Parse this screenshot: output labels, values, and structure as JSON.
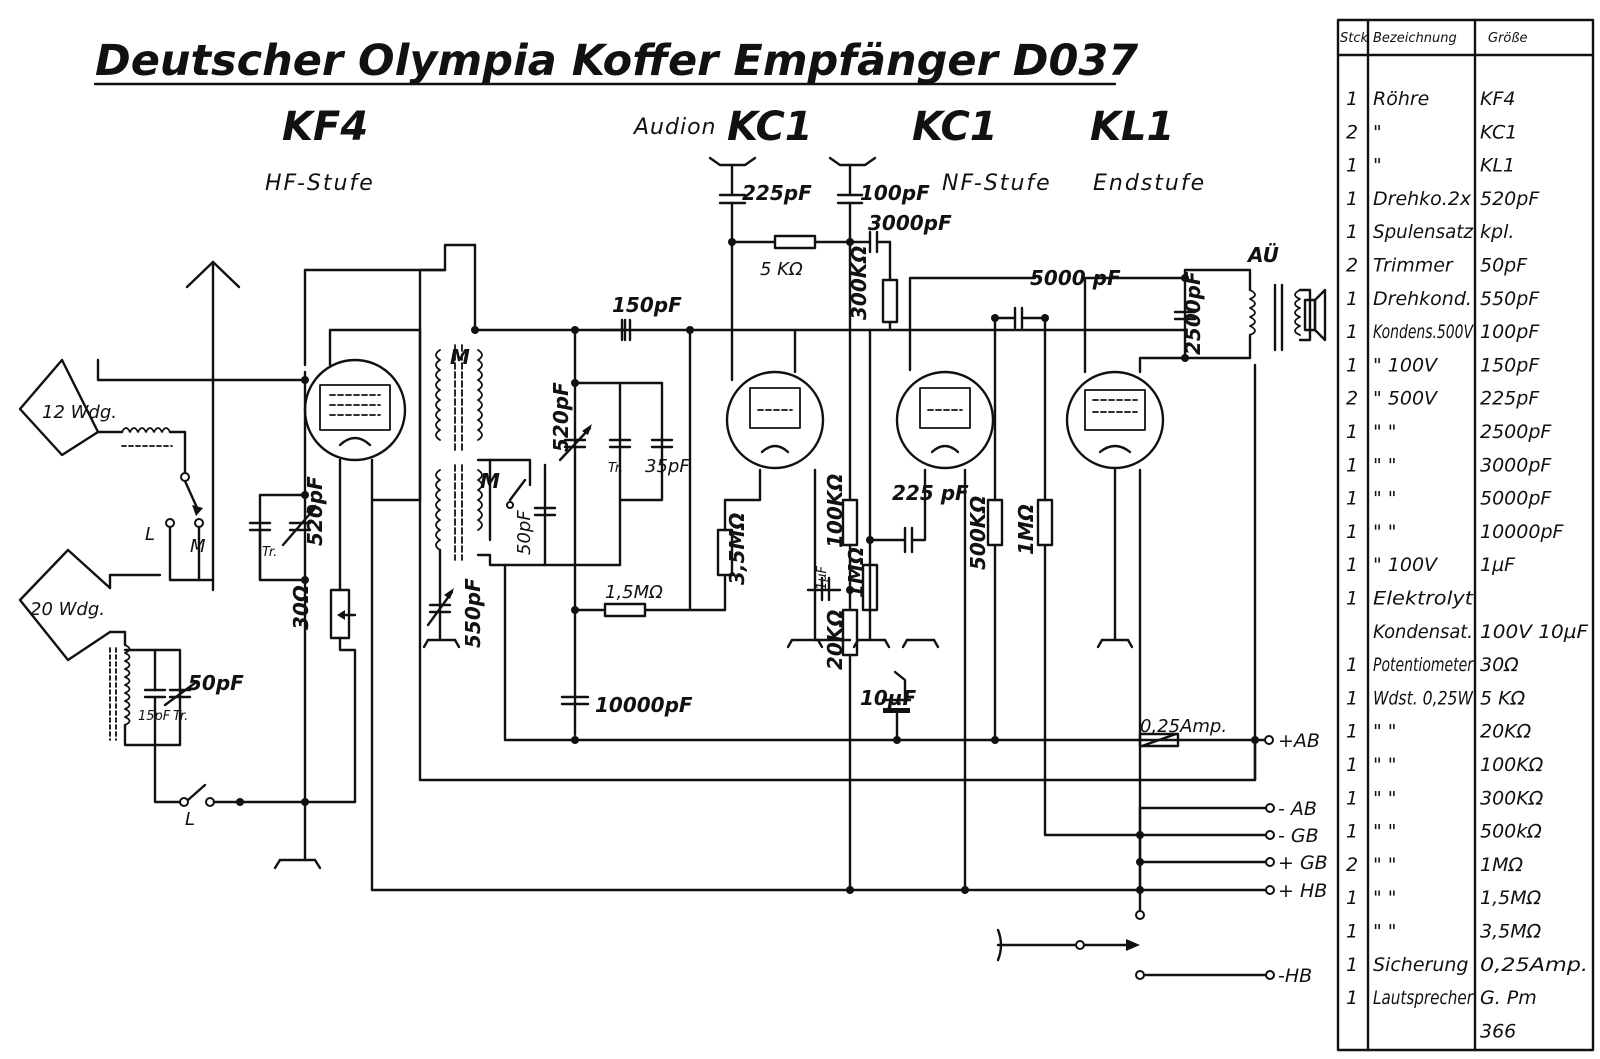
{
  "title": "Deutscher Olympia Koffer Empfänger D037",
  "tubes": [
    {
      "name": "KF4",
      "stage": "HF-Stufe"
    },
    {
      "prefix": "Audion",
      "name": "KC1"
    },
    {
      "name": "KC1",
      "stage": "NF-Stufe"
    },
    {
      "name": "KL1",
      "stage": "Endstufe"
    }
  ],
  "labels": {
    "antenna1": "12 Wdg.",
    "antenna2": "20 Wdg.",
    "switch_L": "L",
    "switch_M": "M",
    "switch_L2": "L",
    "trimmer": "Tr.",
    "cap_520_a": "520pF",
    "res_30": "30Ω",
    "coil_M1": "M",
    "coil_M2": "M",
    "cap_550": "550pF",
    "cap_50_mid": "50pF",
    "cap_520_b": "520pF",
    "trimmer_b": "Tr.",
    "cap_35": "35pF",
    "cap_150": "150pF",
    "res_15M": "1,5MΩ",
    "res_35M": "3,5MΩ",
    "cap_10000": "10000pF",
    "cap_225_top": "225pF",
    "res_5k": "5 KΩ",
    "cap_100_top": "100pF",
    "cap_3000": "3000pF",
    "res_300k": "300KΩ",
    "res_100k": "100KΩ",
    "cap_1uF": "1µF",
    "res_1M_a": "1MΩ",
    "res_20k": "20KΩ",
    "cap_225_mid": "225 pF",
    "cap_10uF": "10µF",
    "cap_5000": "5000 pF",
    "res_500k": "500KΩ",
    "res_1M_b": "1MΩ",
    "cap_2500": "2500pF",
    "transformer": "AÜ",
    "fuse": "0,25Amp.",
    "cap_50_ant": "50pF",
    "cap_15": "15pF",
    "trimmer_ant": "Tr."
  },
  "terminals": [
    "+AB",
    "- AB",
    "- GB",
    "+ GB",
    "+ HB",
    "-HB"
  ],
  "parts_table": {
    "headers": [
      "Stck",
      "Bezeichnung",
      "Größe"
    ],
    "rows": [
      [
        "1",
        "Röhre",
        "KF4"
      ],
      [
        "2",
        "\"",
        "KC1"
      ],
      [
        "1",
        "\"",
        "KL1"
      ],
      [
        "1",
        "Drehko.2x",
        "520pF"
      ],
      [
        "1",
        "Spulensatz",
        "kpl."
      ],
      [
        "2",
        "Trimmer",
        "50pF"
      ],
      [
        "1",
        "Drehkond.",
        "550pF"
      ],
      [
        "1",
        "Kondens.500V",
        "100pF"
      ],
      [
        "1",
        "\" 100V",
        "150pF"
      ],
      [
        "2",
        "\" 500V",
        "225pF"
      ],
      [
        "1",
        "\"  \"",
        "2500pF"
      ],
      [
        "1",
        "\"  \"",
        "3000pF"
      ],
      [
        "1",
        "\"  \"",
        "5000pF"
      ],
      [
        "1",
        "\"  \"",
        "10000pF"
      ],
      [
        "1",
        "\" 100V",
        "1µF"
      ],
      [
        "1",
        "Elektrolyt",
        ""
      ],
      [
        "",
        "Kondensat.",
        "100V 10µF"
      ],
      [
        "1",
        "Potentiometer",
        "30Ω"
      ],
      [
        "1",
        "Wdst. 0,25W",
        "5 KΩ"
      ],
      [
        "1",
        "\"  \"",
        "20KΩ"
      ],
      [
        "1",
        "\"  \"",
        "100KΩ"
      ],
      [
        "1",
        "\"  \"",
        "300KΩ"
      ],
      [
        "1",
        "\"  \"",
        "500kΩ"
      ],
      [
        "2",
        "\"  \"",
        "1MΩ"
      ],
      [
        "1",
        "\"  \"",
        "1,5MΩ"
      ],
      [
        "1",
        "\"  \"",
        "3,5MΩ"
      ],
      [
        "1",
        "Sicherung",
        "0,25Amp."
      ],
      [
        "1",
        "Lautsprecher",
        "G. Pm"
      ],
      [
        "",
        "",
        "366"
      ]
    ]
  }
}
